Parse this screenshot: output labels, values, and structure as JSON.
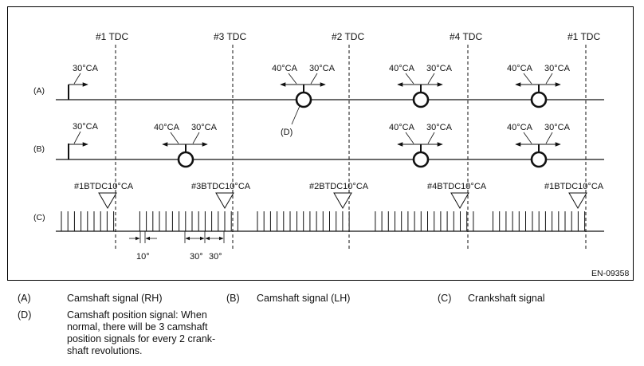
{
  "figure_code": "EN-09358",
  "row_labels": {
    "a": "(A)",
    "b": "(B)",
    "c": "(C)"
  },
  "tdc_labels": [
    "#1 TDC",
    "#3 TDC",
    "#2 TDC",
    "#4 TDC",
    "#1 TDC"
  ],
  "btdc_labels": [
    "#1BTDC10°CA",
    "#3BTDC10°CA",
    "#2BTDC10°CA",
    "#4BTDC10°CA",
    "#1BTDC10°CA"
  ],
  "angle_30": "30°CA",
  "angle_40": "40°CA",
  "callout_d": "(D)",
  "dim_10": "10°",
  "dim_30": "30°",
  "legend": [
    {
      "key": "(A)",
      "text": "Camshaft signal (RH)"
    },
    {
      "key": "(B)",
      "text": "Camshaft signal (LH)"
    },
    {
      "key": "(C)",
      "text": "Crankshaft signal"
    },
    {
      "key": "(D)",
      "text": "Camshaft position signal: When normal, there will be 3 camshaft position signals for every 2 crank-shaft revolutions."
    }
  ]
}
